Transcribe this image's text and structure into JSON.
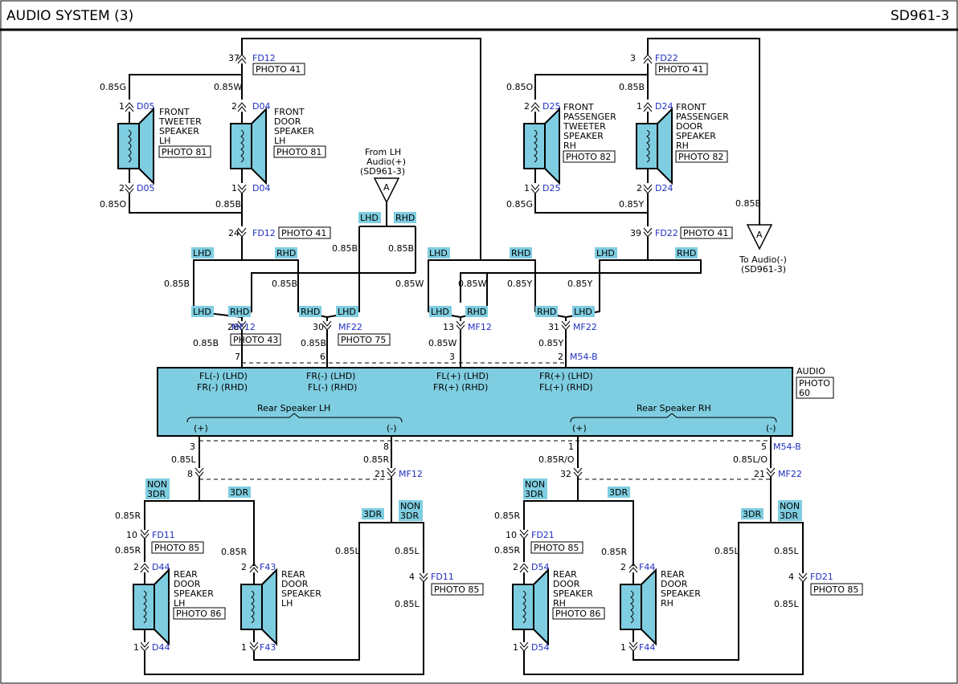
{
  "header": {
    "title": "AUDIO SYSTEM (3)",
    "code": "SD961-3"
  },
  "tags": {
    "lhd": "LHD",
    "rhd": "RHD",
    "non3dr": [
      "NON",
      "3DR"
    ],
    "dr3": "3DR"
  },
  "photos": {
    "p41": "PHOTO 41",
    "p81": "PHOTO 81",
    "p82": "PHOTO 82",
    "p43": "PHOTO 43",
    "p75": "PHOTO 75",
    "p85": "PHOTO 85",
    "p86": "PHOTO 86",
    "audio": [
      "PHOTO",
      "60"
    ]
  },
  "wires": {
    "g085": "0.85G",
    "w085": "0.85W",
    "b085": "0.85B",
    "o085": "0.85O",
    "y085": "0.85Y",
    "r085": "0.85R",
    "l085": "0.85L",
    "ro085": "0.85R/O",
    "lo085": "0.85L/O"
  },
  "connectors": {
    "fd12": "FD12",
    "fd22": "FD22",
    "d05": "D05",
    "d04": "D04",
    "d25": "D25",
    "d24": "D24",
    "mf12": "MF12",
    "mf22": "MF22",
    "m54b": "M54-B",
    "fd11": "FD11",
    "fd21": "FD21",
    "d44": "D44",
    "f43": "F43",
    "d54": "D54",
    "f44": "F44"
  },
  "pins": [
    "1",
    "2",
    "3",
    "4",
    "5",
    "6",
    "7",
    "8",
    "10",
    "13",
    "21",
    "24",
    "26",
    "30",
    "31",
    "32",
    "37",
    "39"
  ],
  "components": {
    "front_tweeter_lh": [
      "FRONT",
      "TWEETER",
      "SPEAKER",
      "LH"
    ],
    "front_door_lh": [
      "FRONT",
      "DOOR",
      "SPEAKER",
      "LH"
    ],
    "front_pass_tweeter_rh": [
      "FRONT",
      "PASSENGER",
      "TWEETER",
      "SPEAKER",
      "RH"
    ],
    "front_pass_door_rh": [
      "FRONT",
      "PASSENGER",
      "DOOR",
      "SPEAKER",
      "RH"
    ],
    "rear_door_lh": [
      "REAR",
      "DOOR",
      "SPEAKER",
      "LH"
    ],
    "rear_door_rh": [
      "REAR",
      "DOOR",
      "SPEAKER",
      "RH"
    ]
  },
  "refs": {
    "from_lh": [
      "From LH",
      "Audio(+)",
      "(SD961-3)"
    ],
    "to_audio": [
      "To Audio(-)",
      "(SD961-3)"
    ],
    "letter": "A"
  },
  "audio": {
    "label": "AUDIO",
    "fl_minus": [
      "FL(-) (LHD)",
      "FR(-) (RHD)"
    ],
    "fr_minus": [
      "FR(-) (LHD)",
      "FL(-) (RHD)"
    ],
    "fl_plus": [
      "FL(+) (LHD)",
      "FR(+) (RHD)"
    ],
    "fr_plus": [
      "FR(+) (LHD)",
      "FL(+) (RHD)"
    ],
    "rear_lh": "Rear Speaker LH",
    "rear_rh": "Rear Speaker RH",
    "plus": "(+)",
    "minus": "(-)"
  }
}
